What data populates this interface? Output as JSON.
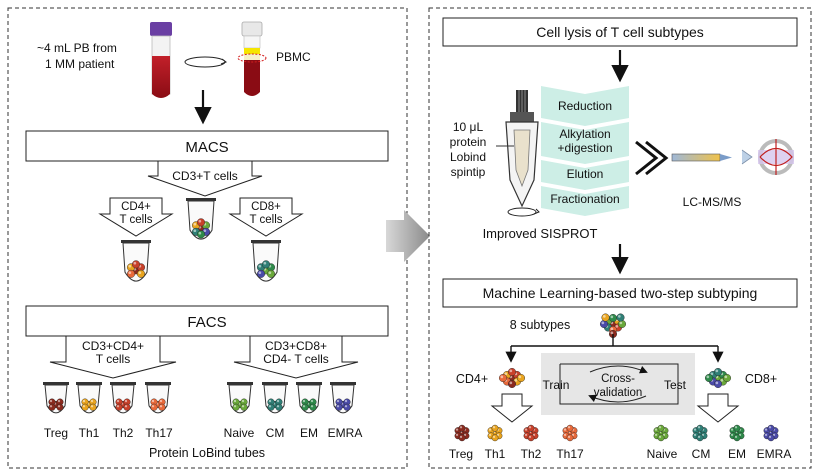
{
  "left_panel": {
    "sample_label_line1": "~4 mL PB from",
    "sample_label_line2": "1 MM patient",
    "pbmc_label": "PBMC",
    "macs_label": "MACS",
    "cd3_label": "CD3+T cells",
    "cd4_label_line1": "CD4+",
    "cd4_label_line2": "T cells",
    "cd8_label_line1": "CD8+",
    "cd8_label_line2": "T cells",
    "facs_label": "FACS",
    "cd3cd4_line1": "CD3+CD4+",
    "cd3cd4_line2": "T cells",
    "cd3cd8_line1": "CD3+CD8+",
    "cd3cd8_line2": "CD4- T cells",
    "cd4_subtypes": [
      "Treg",
      "Th1",
      "Th2",
      "Th17"
    ],
    "cd8_subtypes": [
      "Naive",
      "CM",
      "EM",
      "EMRA"
    ],
    "tubes_label": "Protein LoBind tubes"
  },
  "right_panel": {
    "lysis_title": "Cell lysis of T cell subtypes",
    "spintip_line1": "10 μL",
    "spintip_line2": "protein",
    "spintip_line3": "Lobind",
    "spintip_line4": "spintip",
    "steps": [
      "Reduction",
      "Alkylation",
      "+digestion",
      "Elution",
      "Fractionation"
    ],
    "sisprot_label": "Improved SISPROT",
    "lcms_label": "LC-MS/MS",
    "ml_title": "Machine Learning-based two-step subtyping",
    "subtypes_count_label": "8 subtypes",
    "cd4_label": "CD4+",
    "cd8_label": "CD8+",
    "train_label": "Train",
    "cross_line1": "Cross-",
    "cross_line2": "validation",
    "test_label": "Test",
    "cd4_subtypes": [
      "Treg",
      "Th1",
      "Th2",
      "Th17"
    ],
    "cd8_subtypes": [
      "Naive",
      "CM",
      "EM",
      "EMRA"
    ]
  },
  "colors": {
    "teal_step": "#cdeee6",
    "treg": "#8b2a1e",
    "th1": "#e9a41f",
    "th2": "#c8402a",
    "th17": "#e8693a",
    "naive": "#6aa83a",
    "cm": "#2f7f76",
    "em": "#2e8a4a",
    "emra": "#4a4aa8"
  }
}
